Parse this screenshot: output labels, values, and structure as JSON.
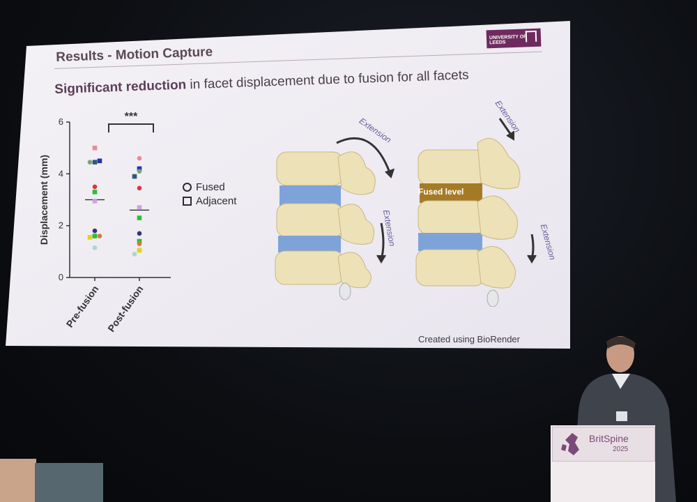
{
  "slide": {
    "title": "Results - Motion Capture",
    "subtitle_bold": "Significant reduction",
    "subtitle_rest": " in facet displacement due to fusion for all facets",
    "logo_text": "UNIVERSITY OF LEEDS",
    "credit": "Created using BioRender"
  },
  "legend": {
    "fused": "Fused",
    "adjacent": "Adjacent"
  },
  "diagram": {
    "extension_label": "Extension",
    "fused_level_label": "Fused level"
  },
  "podium": {
    "brand": "BritSpine",
    "year": "2025"
  },
  "chart_data": {
    "type": "scatter",
    "ylabel": "Displacement (mm)",
    "xlabel": "",
    "ylim": [
      0,
      6
    ],
    "yticks": [
      "0",
      "2",
      "4",
      "6"
    ],
    "categories": [
      "Pre-fusion",
      "Post-fusion"
    ],
    "significance": "***",
    "means": [
      3.0,
      2.6
    ],
    "points": [
      {
        "group": "Pre-fusion",
        "y": 5.0,
        "shape": "square",
        "color": "#e8899a"
      },
      {
        "group": "Pre-fusion",
        "y": 4.45,
        "shape": "square",
        "color": "#2c5a7a"
      },
      {
        "group": "Pre-fusion",
        "y": 4.45,
        "shape": "circle",
        "color": "#7aa37f"
      },
      {
        "group": "Pre-fusion",
        "y": 4.5,
        "shape": "square",
        "color": "#2433a8"
      },
      {
        "group": "Pre-fusion",
        "y": 3.5,
        "shape": "circle",
        "color": "#d13a3a"
      },
      {
        "group": "Pre-fusion",
        "y": 3.3,
        "shape": "square",
        "color": "#2bbf3a"
      },
      {
        "group": "Pre-fusion",
        "y": 2.95,
        "shape": "square",
        "color": "#c9a4d9"
      },
      {
        "group": "Pre-fusion",
        "y": 1.8,
        "shape": "circle",
        "color": "#3a2f7a"
      },
      {
        "group": "Pre-fusion",
        "y": 1.6,
        "shape": "square",
        "color": "#2bbf3a"
      },
      {
        "group": "Pre-fusion",
        "y": 1.55,
        "shape": "square",
        "color": "#e3d21e"
      },
      {
        "group": "Pre-fusion",
        "y": 1.6,
        "shape": "circle",
        "color": "#d6793a"
      },
      {
        "group": "Pre-fusion",
        "y": 1.15,
        "shape": "circle",
        "color": "#a8d9c9"
      },
      {
        "group": "Post-fusion",
        "y": 4.6,
        "shape": "circle",
        "color": "#e8899a"
      },
      {
        "group": "Post-fusion",
        "y": 4.2,
        "shape": "square",
        "color": "#2433a8"
      },
      {
        "group": "Post-fusion",
        "y": 4.1,
        "shape": "circle",
        "color": "#7aa37f"
      },
      {
        "group": "Post-fusion",
        "y": 3.9,
        "shape": "square",
        "color": "#2c5a7a"
      },
      {
        "group": "Post-fusion",
        "y": 3.45,
        "shape": "circle",
        "color": "#d13a3a"
      },
      {
        "group": "Post-fusion",
        "y": 2.7,
        "shape": "square",
        "color": "#c9a4d9"
      },
      {
        "group": "Post-fusion",
        "y": 2.3,
        "shape": "square",
        "color": "#2bbf3a"
      },
      {
        "group": "Post-fusion",
        "y": 1.7,
        "shape": "circle",
        "color": "#3a2f7a"
      },
      {
        "group": "Post-fusion",
        "y": 1.4,
        "shape": "square",
        "color": "#2bbf3a"
      },
      {
        "group": "Post-fusion",
        "y": 1.3,
        "shape": "circle",
        "color": "#d6793a"
      },
      {
        "group": "Post-fusion",
        "y": 1.05,
        "shape": "square",
        "color": "#e3d21e"
      },
      {
        "group": "Post-fusion",
        "y": 0.9,
        "shape": "circle",
        "color": "#a8d9c9"
      }
    ]
  }
}
